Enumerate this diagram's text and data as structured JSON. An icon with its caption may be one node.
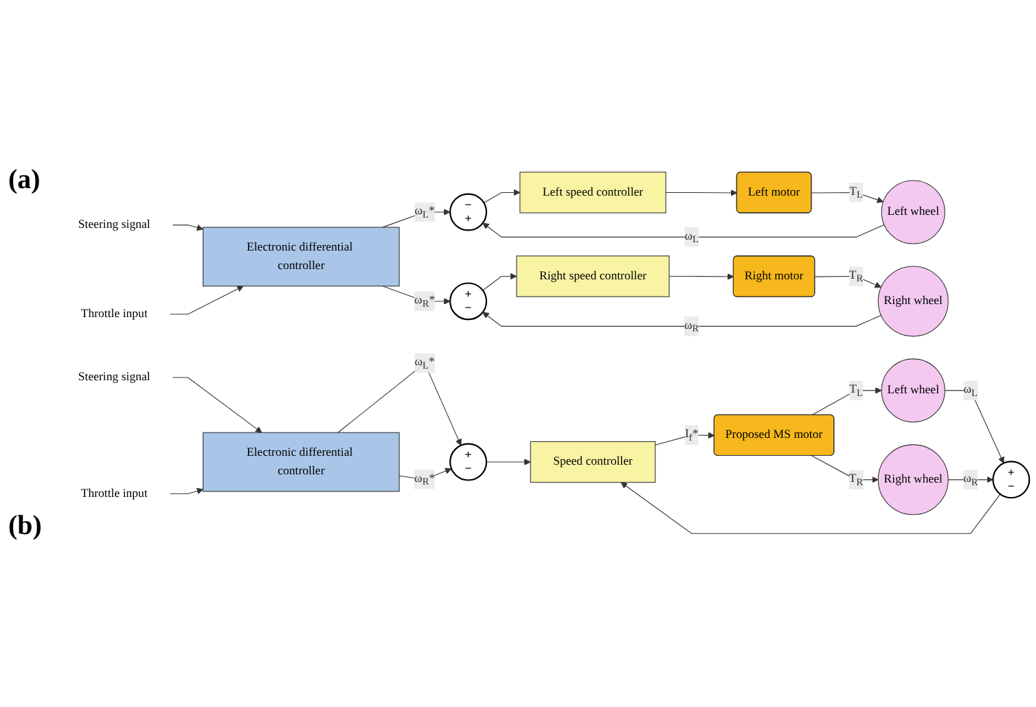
{
  "diagram": {
    "nodes": [
      {
        "text": [
          "Steering signal"
        ]
      },
      {
        "text": [
          "Throttle input"
        ]
      },
      {
        "text": [
          "Electronic differential controller"
        ]
      },
      {
        "text": [
          "−",
          "+"
        ]
      },
      {
        "text": [
          "+",
          "−"
        ]
      },
      {
        "text": [
          "Left speed controller"
        ]
      },
      {
        "text": [
          "Right speed controller"
        ]
      },
      {
        "text": [
          "Left motor"
        ]
      },
      {
        "text": [
          "Right motor"
        ]
      },
      {
        "text": [
          "Left wheel"
        ]
      },
      {
        "text": [
          "Right wheel"
        ]
      },
      {
        "text": [
          "Steering signal"
        ]
      },
      {
        "text": [
          "Throttle input"
        ]
      },
      {
        "text": [
          "Electronic differential controller"
        ]
      },
      {
        "text": [
          "+",
          "−"
        ]
      },
      {
        "text": [
          "+",
          "−"
        ]
      },
      {
        "text": [
          "Speed controller"
        ]
      },
      {
        "text": [
          "Proposed MS motor"
        ]
      },
      {
        "text": [
          "Left wheel"
        ]
      },
      {
        "text": [
          "Right wheel"
        ]
      }
    ],
    "edges": [
      {
        "from": 0,
        "to": 2,
        "arrow": "to"
      },
      {
        "from": 1,
        "to": 2,
        "arrow": "to"
      },
      {
        "from": 2,
        "to": 3,
        "arrow": "to",
        "label": "ω$_{L}$*"
      },
      {
        "from": 2,
        "to": 4,
        "arrow": "to",
        "label": "ω$_{R}$*"
      },
      {
        "from": 3,
        "to": 5,
        "arrow": "to"
      },
      {
        "from": 4,
        "to": 6,
        "arrow": "to"
      },
      {
        "from": 5,
        "to": 7,
        "arrow": "to"
      },
      {
        "from": 6,
        "to": 8,
        "arrow": "to"
      },
      {
        "from": 7,
        "to": 9,
        "arrow": "to",
        "label": "T$_{L}$"
      },
      {
        "from": 8,
        "to": 10,
        "arrow": "to",
        "label": "T$_{R}$"
      },
      {
        "from": 9,
        "to": 3,
        "arrow": "to",
        "label": "ω$_{L}$"
      },
      {
        "from": 10,
        "to": 4,
        "arrow": "to",
        "label": "ω$_{R}$"
      },
      {
        "from": 11,
        "to": 13,
        "arrow": "to"
      },
      {
        "from": 12,
        "to": 13,
        "arrow": "to"
      },
      {
        "from": 13,
        "to": 14,
        "arrow": "to",
        "label": "ω$_{L}$*"
      },
      {
        "from": 13,
        "to": 14,
        "arrow": "to",
        "label": "ω$_{R}$*"
      },
      {
        "from": 14,
        "to": 16,
        "arrow": "to"
      },
      {
        "from": 15,
        "to": 16,
        "arrow": "to"
      },
      {
        "from": 16,
        "to": 17,
        "arrow": "to",
        "label": "I$_{f}$*"
      },
      {
        "from": 17,
        "to": 18,
        "arrow": "to",
        "label": "T$_{L}$"
      },
      {
        "from": 17,
        "to": 19,
        "arrow": "to",
        "label": "T$_{R}$"
      },
      {
        "from": 18,
        "to": 15,
        "arrow": "to",
        "label": "ω$_{L}$"
      },
      {
        "from": 19,
        "to": 15,
        "arrow": "to",
        "label": "ω$_{R}$"
      }
    ],
    "labels": [
      "(a)",
      "(b)"
    ]
  }
}
